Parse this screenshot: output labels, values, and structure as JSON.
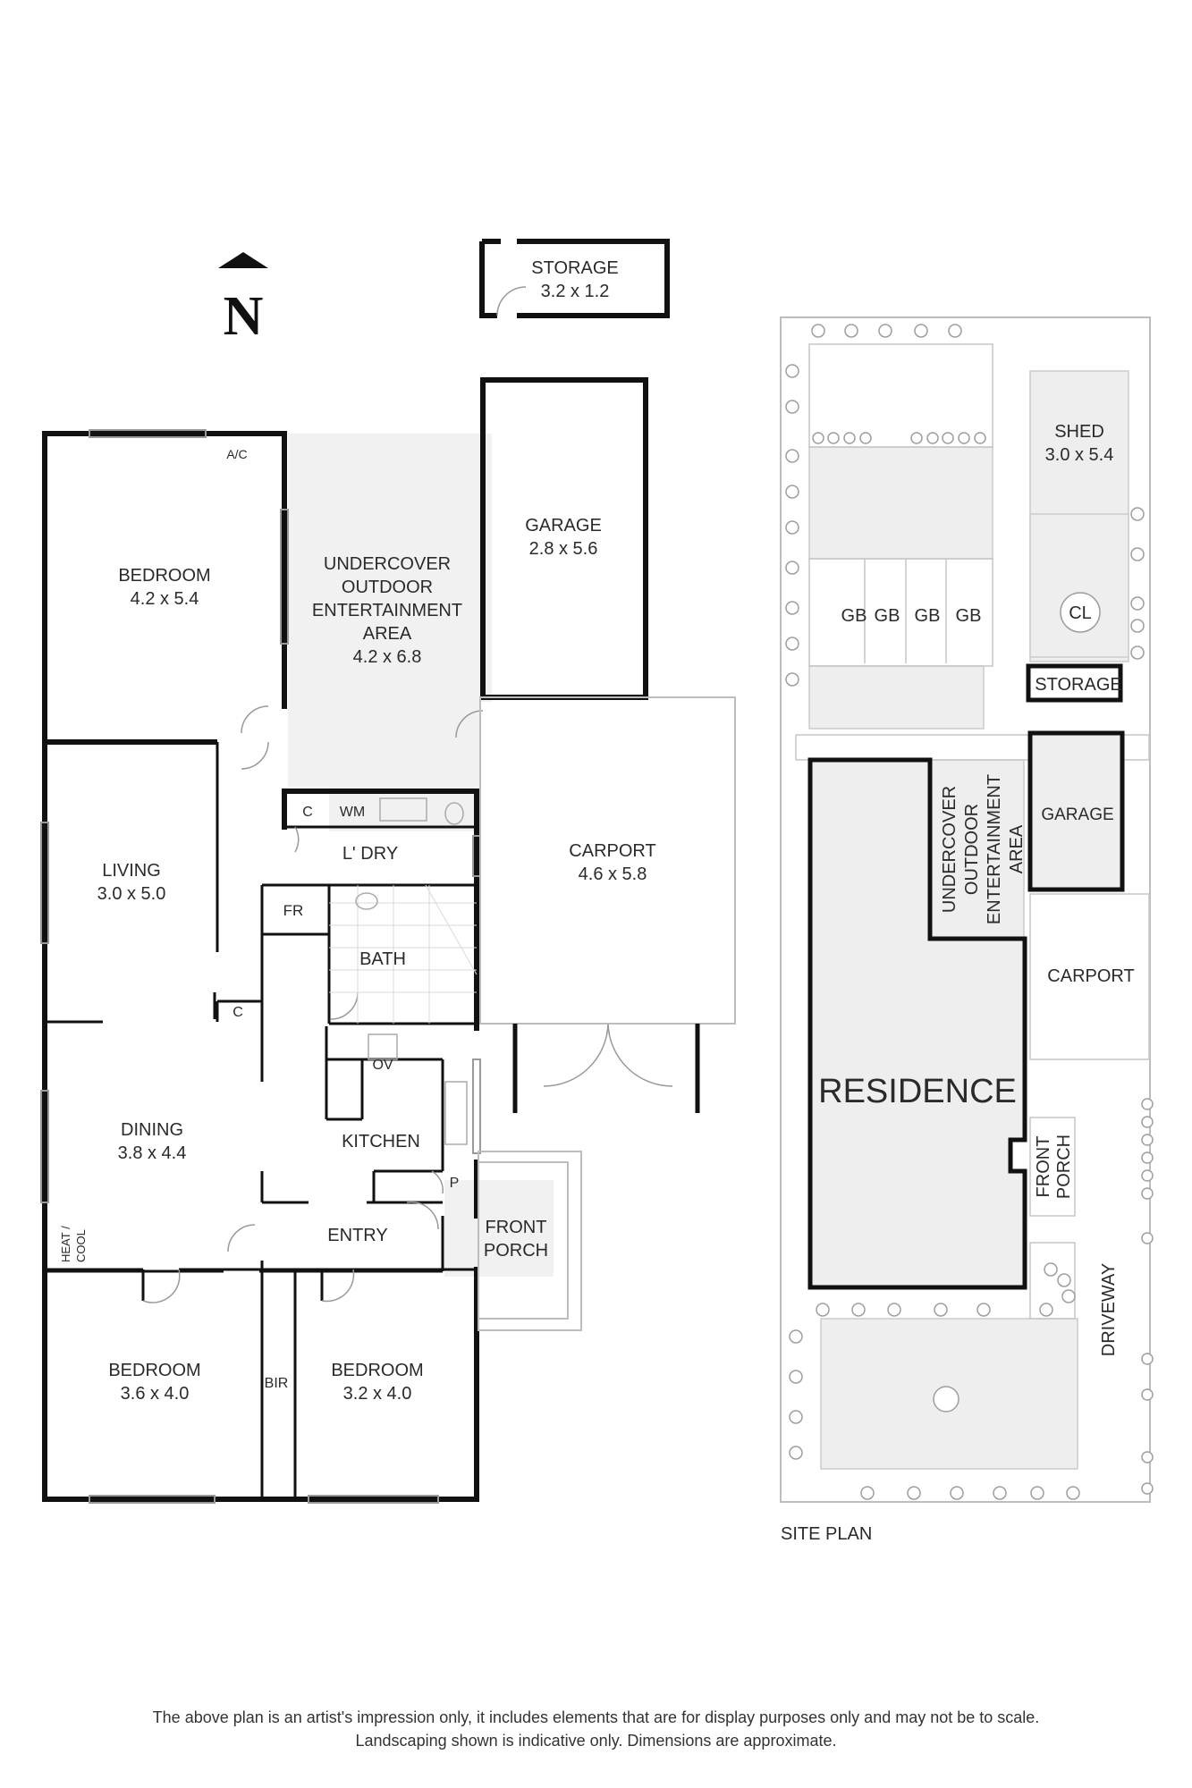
{
  "compass": {
    "letter": "N"
  },
  "floor_plan": {
    "storage": {
      "name": "STORAGE",
      "dims": "3.2 x 1.2"
    },
    "bedroom_nw": {
      "name": "BEDROOM",
      "dims": "4.2 x 5.4"
    },
    "ac_label": "A/C",
    "outdoor": {
      "line1": "UNDERCOVER",
      "line2": "OUTDOOR",
      "line3": "ENTERTAINMENT",
      "line4": "AREA",
      "dims": "4.2 x 6.8"
    },
    "garage": {
      "name": "GARAGE",
      "dims": "2.8 x 5.6"
    },
    "living": {
      "name": "LIVING",
      "dims": "3.0 x 5.0"
    },
    "laundry": {
      "name": "L' DRY",
      "c": "C",
      "wm": "WM"
    },
    "fr": "FR",
    "bath": "BATH",
    "carport": {
      "name": "CARPORT",
      "dims": "4.6 x 5.8"
    },
    "c2": "C",
    "ov": "OV",
    "dining": {
      "name": "DINING",
      "dims": "3.8 x 4.4"
    },
    "kitchen": "KITCHEN",
    "pantry": "P",
    "entry": "ENTRY",
    "front_porch": {
      "line1": "FRONT",
      "line2": "PORCH"
    },
    "heat_cool": {
      "line1": "HEAT /",
      "line2": "COOL"
    },
    "bedroom_sw": {
      "name": "BEDROOM",
      "dims": "3.6 x 4.0"
    },
    "bir": "BIR",
    "bedroom_s": {
      "name": "BEDROOM",
      "dims": "3.2 x 4.0"
    }
  },
  "site_plan": {
    "shed": {
      "name": "SHED",
      "dims": "3.0 x 5.4"
    },
    "gb": [
      "GB",
      "GB",
      "GB",
      "GB"
    ],
    "cl": "CL",
    "storage": "STORAGE",
    "garage": "GARAGE",
    "outdoor": {
      "line1": "UNDERCOVER",
      "line2": "OUTDOOR",
      "line3": "ENTERTAINMENT",
      "line4": "AREA"
    },
    "carport": "CARPORT",
    "residence": "RESIDENCE",
    "front_porch": {
      "line1": "FRONT",
      "line2": "PORCH"
    },
    "driveway": "DRIVEWAY",
    "caption": "SITE PLAN"
  },
  "disclaimer": {
    "line1": "The above plan is an artist's impression only, it includes elements that are for display purposes only and may not be to scale.",
    "line2": "Landscaping shown is indicative only. Dimensions are approximate."
  },
  "colors": {
    "wall": "#111111",
    "fill": "#f1f1f1",
    "thin": "#bdbdbd",
    "text": "#2a2a2a"
  }
}
